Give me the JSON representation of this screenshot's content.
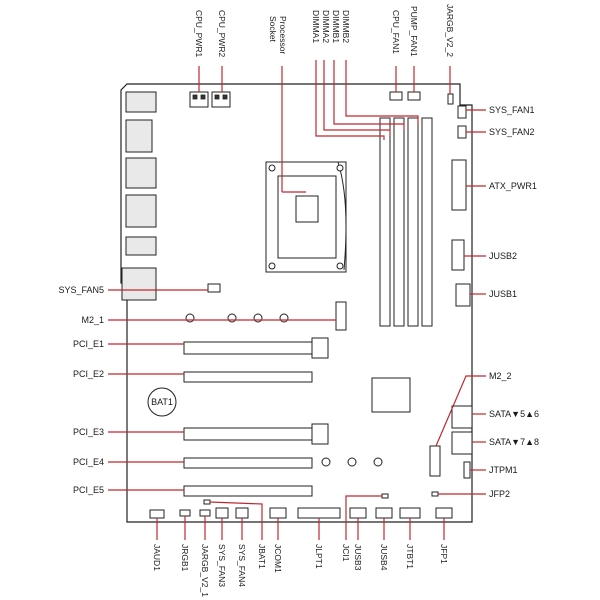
{
  "colors": {
    "leader": "#c0282d",
    "outline": "#222222"
  },
  "labels": {
    "cpu_pwr1": "CPU_PWR1",
    "cpu_pwr2": "CPU_PWR2",
    "processor_socket": "Processor\nSocket",
    "dimmb2": "DIMMB2",
    "dimmb1": "DIMMB1",
    "dimma2": "DIMMA2",
    "dimma1": "DIMMA1",
    "cpu_fan1": "CPU_FAN1",
    "pump_fan1": "PUMP_FAN1",
    "jargb_v2_2": "JARGB_V2_2",
    "sys_fan1": "SYS_FAN1",
    "sys_fan2": "SYS_FAN2",
    "atx_pwr1": "ATX_PWR1",
    "jusb2": "JUSB2",
    "jusb1": "JUSB1",
    "sys_fan5": "SYS_FAN5",
    "m2_1": "M2_1",
    "pci_e1": "PCI_E1",
    "pci_e2": "PCI_E2",
    "m2_2": "M2_2",
    "sata_56": "SATA▼5▲6",
    "sata_78": "SATA▼7▲8",
    "pci_e3": "PCI_E3",
    "jtpm1": "JTPM1",
    "pci_e4": "PCI_E4",
    "jfp2": "JFP2",
    "pci_e5": "PCI_E5",
    "jaud1": "JAUD1",
    "jrgb1": "JRGB1",
    "jargb_v2_1": "JARGB_V2_1",
    "sys_fan3": "SYS_FAN3",
    "sys_fan4": "SYS_FAN4",
    "jbat1": "JBAT1",
    "jcom1": "JCOM1",
    "jlpt1": "JLPT1",
    "jci1": "JCI1",
    "jusb3": "JUSB3",
    "jusb4": "JUSB4",
    "jtbt1": "JTBT1",
    "jfp1": "JFP1",
    "bat1": "BAT1"
  }
}
